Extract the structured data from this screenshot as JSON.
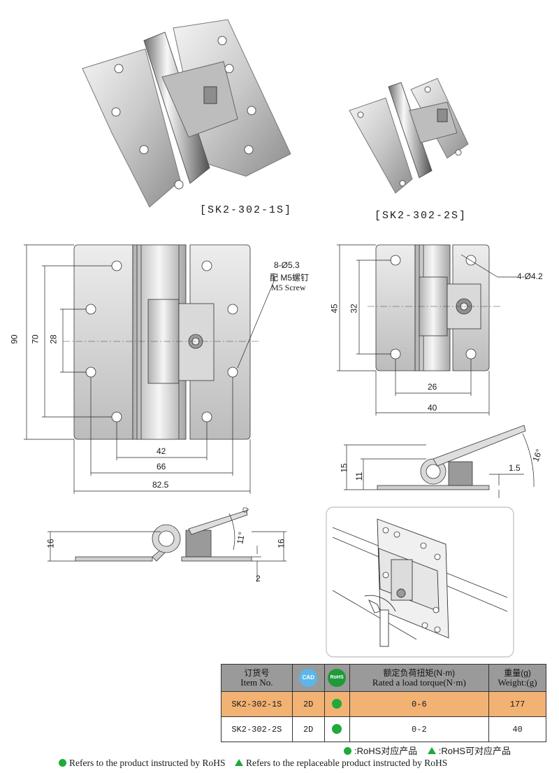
{
  "products": {
    "large_caption": "[SK2-302-1S]",
    "small_caption": "[SK2-302-2S]"
  },
  "large_drawing": {
    "overall_height": "90",
    "hole_span": "70",
    "inner_span": "28",
    "hole_note_1": "8-Ø5.3",
    "hole_note_2": "配 M5螺钉",
    "hole_note_3": "M5 Screw",
    "width_42": "42",
    "width_66": "66",
    "width_total": "82.5"
  },
  "small_drawing": {
    "overall_height": "45",
    "hole_span": "32",
    "hole_note": "4-Ø4.2",
    "width_26": "26",
    "width_total": "40"
  },
  "small_side": {
    "h15": "15",
    "h11": "11",
    "t15": "1.5",
    "angle": "16°"
  },
  "large_side": {
    "h16_left": "16",
    "h16_right": "16",
    "angle": "11°",
    "t2": "2"
  },
  "table": {
    "headers": {
      "item_cn": "订货号",
      "item_en": "Item No.",
      "cad": "CAD",
      "rohs": "RoHS",
      "torque_cn": "额定负荷扭矩(N·m)",
      "torque_en": "Rated a load torque(N·m)",
      "weight_cn": "重量(g)",
      "weight_en": "Weight:(g)"
    },
    "rows": [
      {
        "item": "SK2-302-1S",
        "cad": "2D",
        "torque": "0-6",
        "weight": "177"
      },
      {
        "item": "SK2-302-2S",
        "cad": "2D",
        "torque": "0-2",
        "weight": "40"
      }
    ],
    "highlight_color": "#f2b274"
  },
  "legend": {
    "cn_rohs": ":RoHS对应产品",
    "cn_replace": ":RoHS可对应产品",
    "en_rohs": "Refers to the product instructed by RoHS",
    "en_replace": "Refers to the replaceable product instructed by RoHS"
  }
}
